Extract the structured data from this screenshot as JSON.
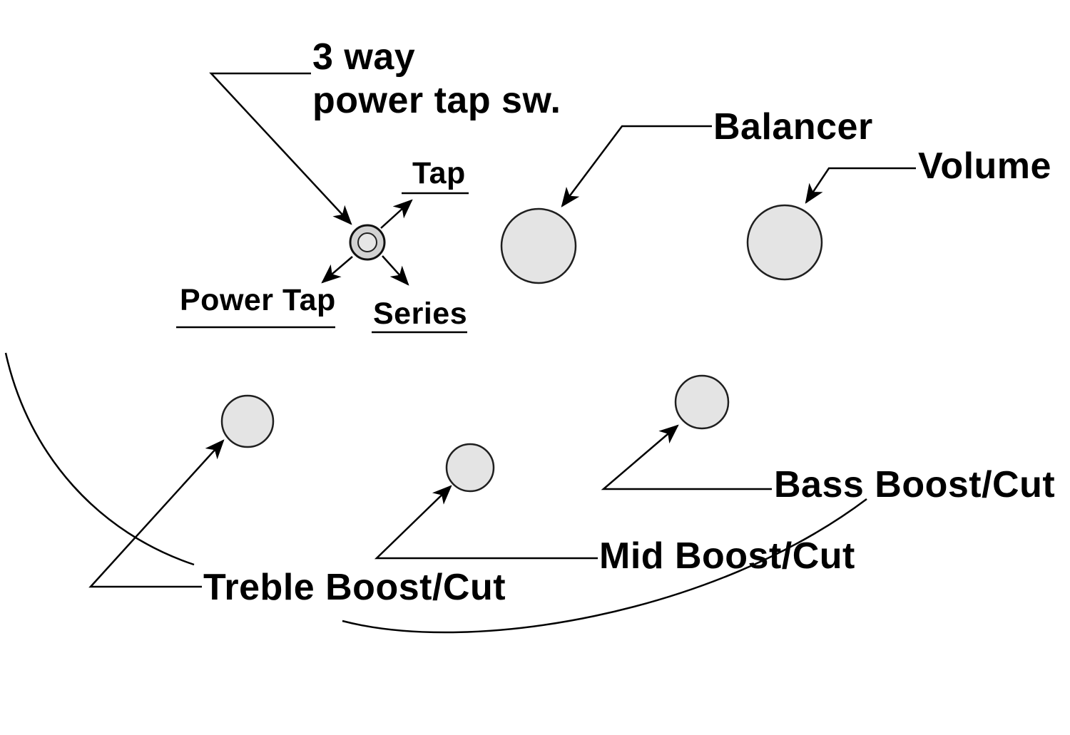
{
  "diagram": {
    "description": "Bass guitar control layout callout diagram",
    "labels": {
      "switch_title_line1": "3 way",
      "switch_title_line2": "power tap sw.",
      "tap": "Tap",
      "power_tap": "Power Tap",
      "series": "Series",
      "balancer": "Balancer",
      "volume": "Volume",
      "bass_boost_cut": "Bass Boost/Cut",
      "mid_boost_cut": "Mid Boost/Cut",
      "treble_boost_cut": "Treble Boost/Cut"
    },
    "controls": [
      {
        "id": "power-tap-switch",
        "label": "3 way power tap sw.",
        "positions": [
          "Tap",
          "Power Tap",
          "Series"
        ]
      },
      {
        "id": "balancer-knob",
        "label": "Balancer"
      },
      {
        "id": "volume-knob",
        "label": "Volume"
      },
      {
        "id": "treble-knob",
        "label": "Treble Boost/Cut"
      },
      {
        "id": "mid-knob",
        "label": "Mid Boost/Cut"
      },
      {
        "id": "bass-knob",
        "label": "Bass Boost/Cut"
      }
    ],
    "colors": {
      "background": "#ffffff",
      "line": "#000000",
      "text": "#000000",
      "knob_fill": "#e4e4e4",
      "knob_stroke": "#1f1f1f"
    }
  }
}
